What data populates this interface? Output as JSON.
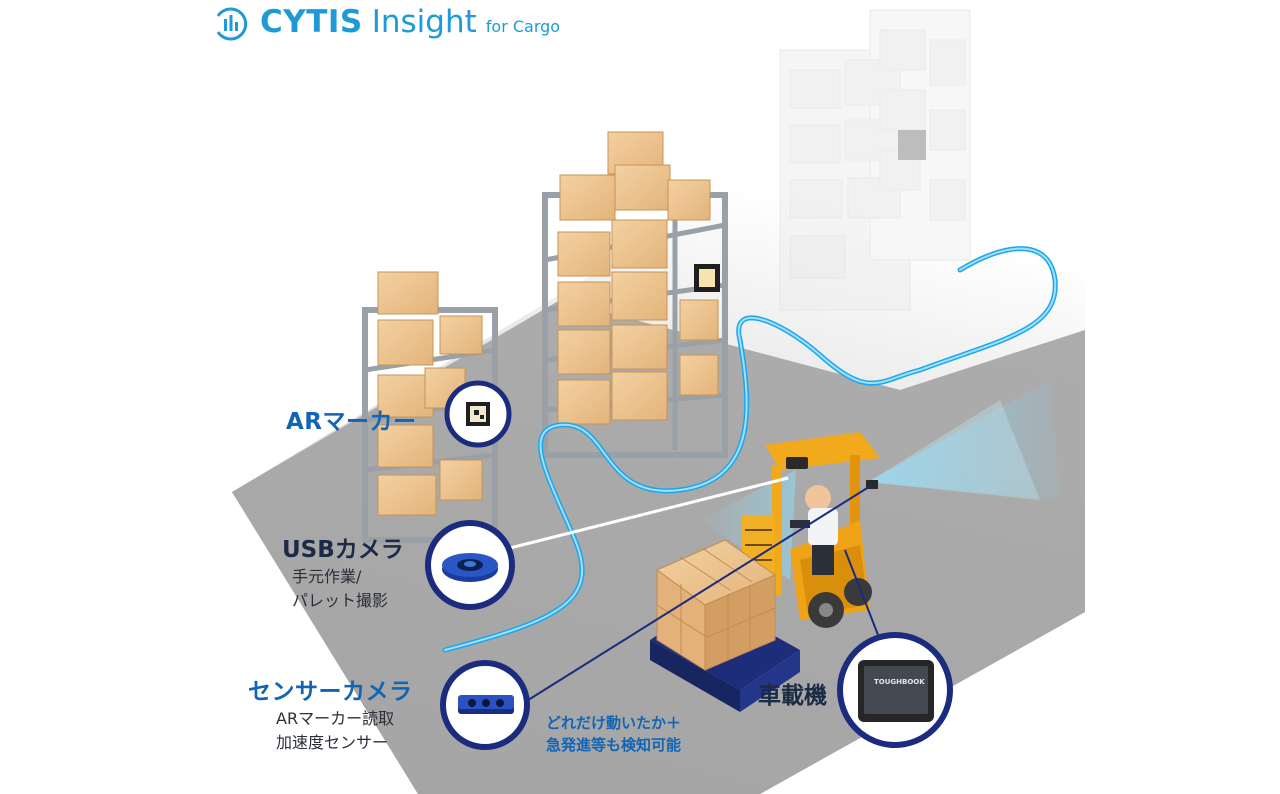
{
  "logo": {
    "title": "CYTIS",
    "insight": "Insight",
    "sub": "for Cargo"
  },
  "labels": {
    "ar_marker": "ARマーカー",
    "usb_camera": {
      "title": "USBカメラ",
      "desc1": "手元作業/",
      "desc2": "パレット撮影"
    },
    "sensor_camera": {
      "title": "センサーカメラ",
      "desc1": "ARマーカー読取",
      "desc2": "加速度センサー"
    },
    "vehicle": "車載機",
    "note": {
      "line1": "どれだけ動いたか＋",
      "line2": "急発進等も検知可能"
    },
    "tablet_brand": "TOUGHBOOK"
  },
  "colors": {
    "accent": "#1e9bd7",
    "navy": "#1b2b7e",
    "label_blue": "#1264b4",
    "route": "#29b6f0"
  }
}
